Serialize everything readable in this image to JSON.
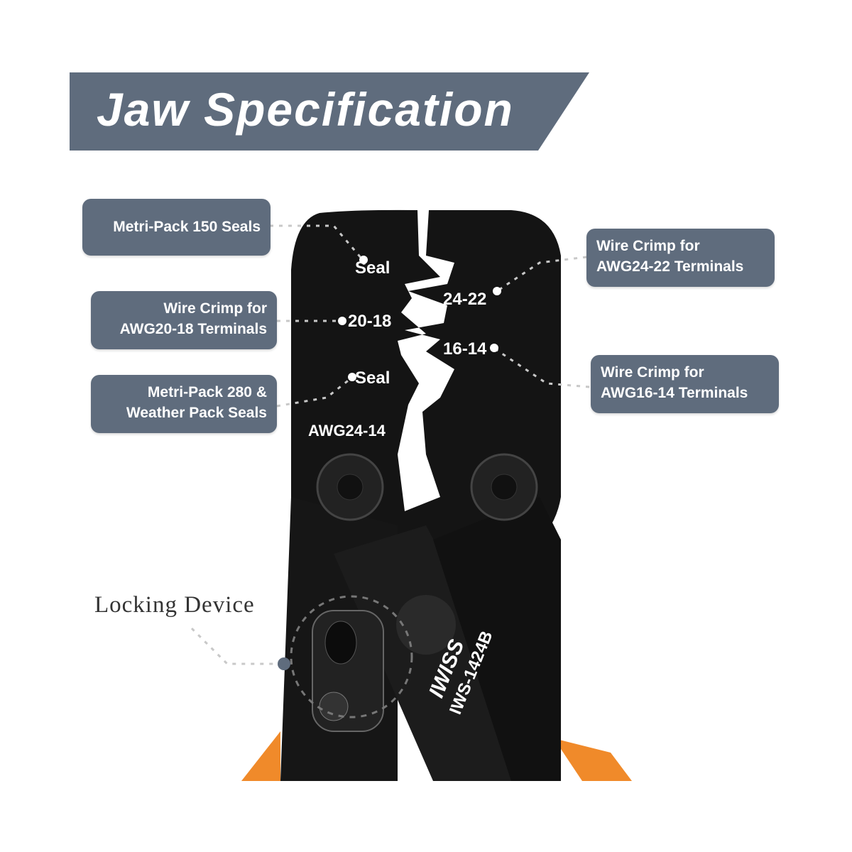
{
  "title": "Jaw Specification",
  "labels": {
    "metri150": "Metri-Pack 150 Seals",
    "awg2018": [
      "Wire Crimp for",
      "AWG20-18 Terminals"
    ],
    "metri280": [
      "Metri-Pack 280 &",
      "Weather Pack Seals"
    ],
    "awg2422": [
      "Wire Crimp for",
      "AWG24-22 Terminals"
    ],
    "awg1614": [
      "Wire Crimp for",
      "AWG16-14 Terminals"
    ],
    "locking": "Locking Device"
  },
  "jaw_markings": {
    "seal_top": "Seal",
    "m2422": "24-22",
    "m2018": "20-18",
    "m1614": "16-14",
    "seal_bottom": "Seal",
    "range": "AWG24-14"
  },
  "tool": {
    "brand": "IWISS",
    "model": "IWS-1424B"
  },
  "colors": {
    "label_bg": "#5f6c7d",
    "tool": "#141414",
    "handle": "#f08a2a"
  }
}
